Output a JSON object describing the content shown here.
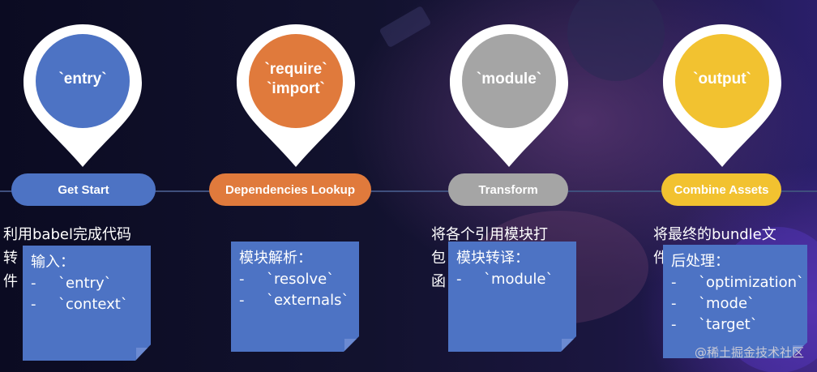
{
  "pins": [
    {
      "label": "`entry`",
      "color": "#4d73c4"
    },
    {
      "label": "`require`\n`import`",
      "color": "#e07a3c"
    },
    {
      "label": "`module`",
      "color": "#a5a5a5"
    },
    {
      "label": "`output`",
      "color": "#f2c230"
    }
  ],
  "stages": [
    {
      "label": "Get Start",
      "color": "#4d73c4"
    },
    {
      "label": "Dependencies Lookup",
      "color": "#e07a3c"
    },
    {
      "label": "Transform",
      "color": "#a5a5a5"
    },
    {
      "label": "Combine Assets",
      "color": "#f2c230"
    }
  ],
  "descriptions": [
    {
      "line1": "利用babel完成代码",
      "line2": "转",
      "line3": "件"
    },
    {
      "line1": "",
      "line2": "",
      "line3": ""
    },
    {
      "line1": "将各个引用模块打",
      "line2": "包",
      "line3": "函"
    },
    {
      "line1": "将最终的bundle文",
      "line2": "件",
      "line3": ""
    }
  ],
  "notes": [
    {
      "title": "输入：",
      "items": [
        "`entry`",
        "`context`"
      ]
    },
    {
      "title": "模块解析：",
      "items": [
        "`resolve`",
        "`externals`"
      ]
    },
    {
      "title": "模块转译：",
      "items": [
        "`module`"
      ]
    },
    {
      "title": "后处理：",
      "items": [
        "`optimization`",
        "`mode`",
        "`target`"
      ]
    }
  ],
  "bullet": "-",
  "watermark": "@稀土掘金技术社区"
}
